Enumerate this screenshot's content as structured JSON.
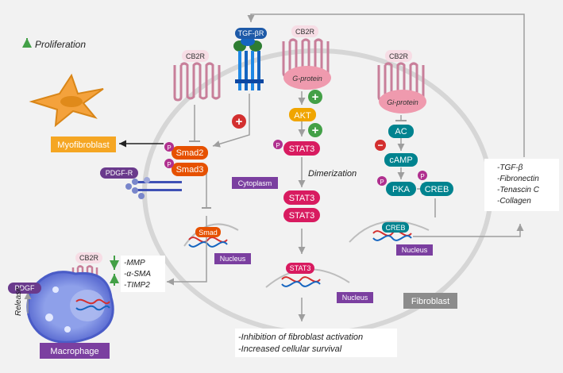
{
  "receptors": {
    "cb2r_smad": "CB2R",
    "cb2r_gprotein": "CB2R",
    "cb2r_creb": "CB2R",
    "cb2r_macrophage": "CB2R",
    "tgf_beta_r": "TGF-βR",
    "pdgf_r": "PDGF-R"
  },
  "proteins": {
    "g_protein": "G-protein",
    "gi_protein": "Gi-protein",
    "akt": "AKT",
    "stat3": "STAT3",
    "smad2": "Smad2",
    "smad3": "Smad3",
    "smad": "Smad",
    "ac": "AC",
    "camp": "cAMP",
    "pka": "PKA",
    "creb": "CREB",
    "pdgf": "PDGF",
    "phospho": "P"
  },
  "labels": {
    "proliferation": "Proliferation",
    "myofibroblast": "Myofibroblast",
    "cytoplasm": "Cytoplasm",
    "dimerization": "Dimerization",
    "nucleus": "Nucleus",
    "fibroblast": "Fibroblast",
    "macrophage": "Macrophage",
    "release": "Release"
  },
  "macrophage_effects": [
    "-MMP",
    "-α-SMA",
    "-TIMP2"
  ],
  "ecm_outputs": [
    "-TGF-β",
    "-Fibronectin",
    "-Tenascin C",
    "-Collagen"
  ],
  "outcomes": [
    "-Inhibition of fibroblast activation",
    "-Increased cellular survival"
  ],
  "symbols": {
    "plus": "+",
    "minus": "−"
  },
  "colors": {
    "background": "#f2f2f2",
    "cell_border": "#d6d6d6",
    "receptor": "#d8a8b8",
    "stat3": "#d81b60",
    "smad": "#e65100",
    "akt": "#f0a500",
    "camp_chain": "#00838f",
    "phospho": "#b0308f",
    "label_purple": "#7b3fa0",
    "myofibroblast_box": "#f5a623",
    "positive": "#43a047",
    "negative": "#d32f2f",
    "fibroblast_label": "#8c8c8c"
  }
}
